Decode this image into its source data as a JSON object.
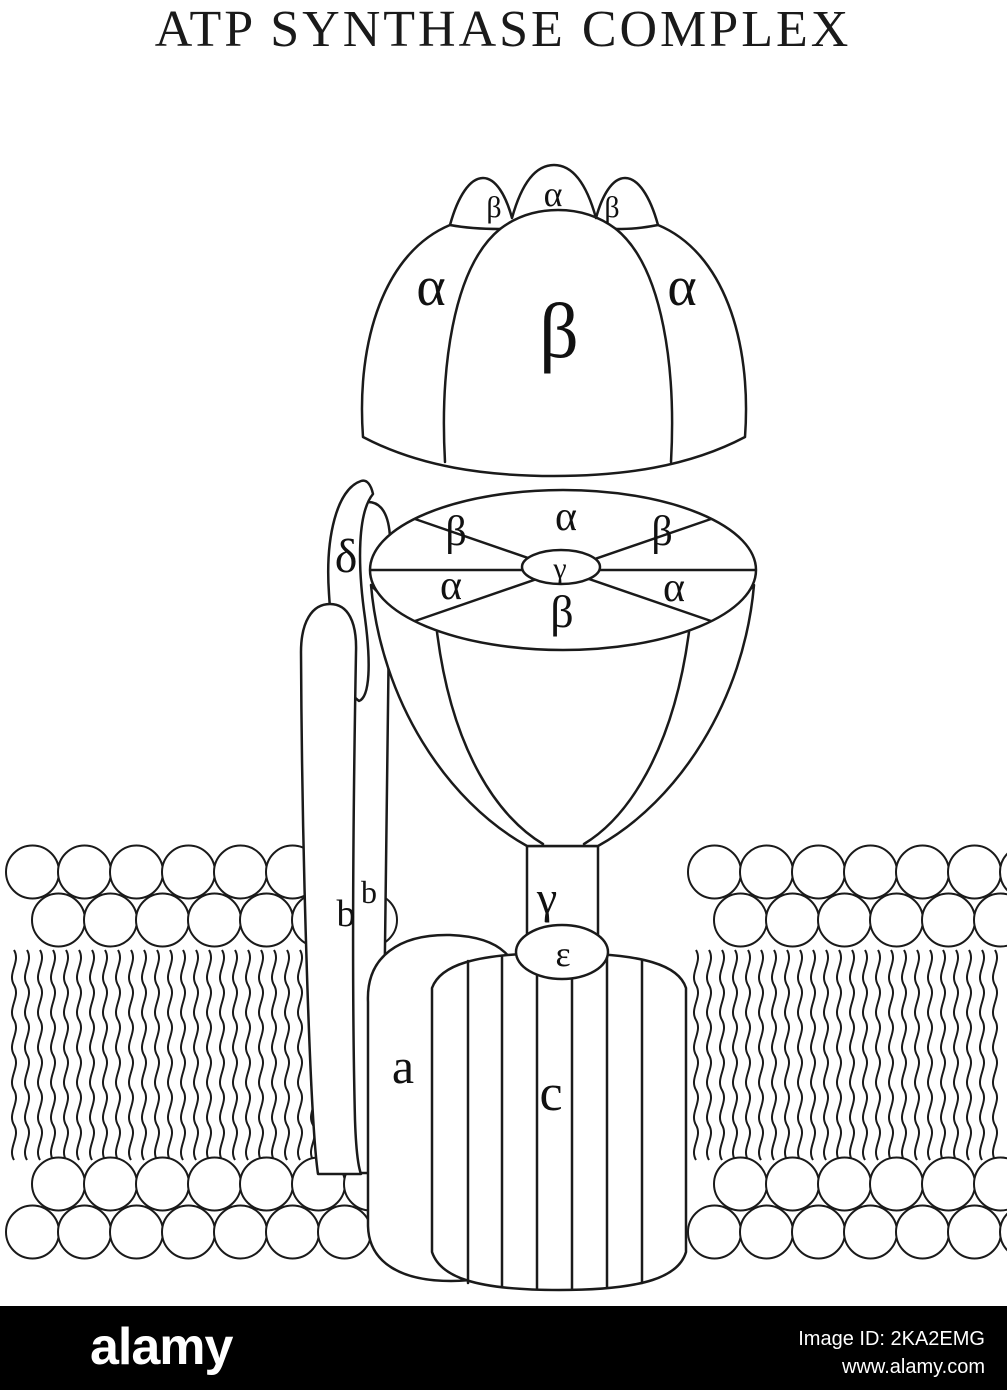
{
  "title": "ATP SYNTHASE COMPLEX",
  "labels": {
    "f1_back_left": "β",
    "f1_back_center": "α",
    "f1_back_right": "β",
    "f1_front_left": "α",
    "f1_front_center": "β",
    "f1_front_right": "α",
    "ring_top": "α",
    "ring_upper_left": "β",
    "ring_upper_right": "β",
    "ring_center": "γ",
    "ring_lower_left": "α",
    "ring_lower_right": "α",
    "ring_bottom": "β",
    "delta": "δ",
    "b_front": "b",
    "b_back": "b",
    "gamma_stalk": "γ",
    "epsilon": "ε",
    "a_subunit": "a",
    "c_ring": "c"
  },
  "watermark": {
    "brand": "alamy",
    "image_id": "Image ID: 2KA2EMG",
    "url": "www.alamy.com",
    "bar_color": "#000000"
  },
  "colors": {
    "line": "#1a1a1a",
    "fill": "#ffffff",
    "background": "#ffffff"
  }
}
